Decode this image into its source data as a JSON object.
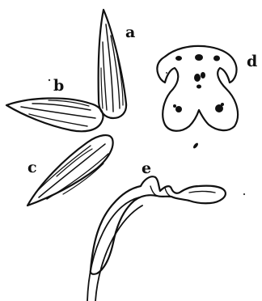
{
  "labels": {
    "a": "a",
    "b": "b",
    "c": "c",
    "d": "d",
    "e": "e"
  },
  "colors": {
    "ink": "#111111",
    "paper": "#ffffff"
  }
}
